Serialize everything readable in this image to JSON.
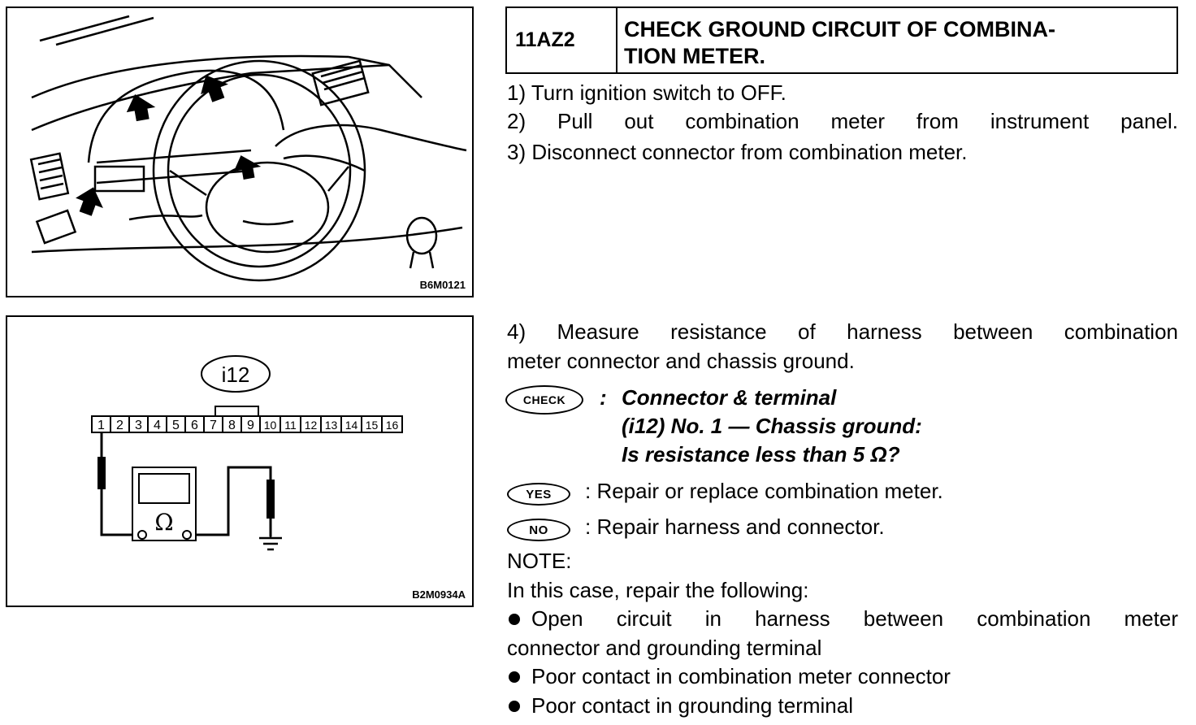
{
  "figure1": {
    "code": "B6M0121"
  },
  "figure2": {
    "code": "B2M0934A",
    "connector_label": "i12",
    "pins": [
      "1",
      "2",
      "3",
      "4",
      "5",
      "6",
      "7",
      "8",
      "9",
      "10",
      "11",
      "12",
      "13",
      "14",
      "15",
      "16"
    ],
    "meter_symbol": "Ω"
  },
  "header": {
    "step_code": "11AZ2",
    "title_line1": "CHECK GROUND CIRCUIT OF COMBINA-",
    "title_line2": "TION METER."
  },
  "steps": {
    "s1": "1)  Turn ignition switch to OFF.",
    "s2": "2)  Pull out combination meter from instrument panel.",
    "s3": "3)  Disconnect connector from combination meter.",
    "s4_line1": "4) Measure resistance of harness between combination",
    "s4_line2": "meter connector and chassis ground."
  },
  "check": {
    "badge": "CHECK",
    "colon": ":",
    "line1": "Connector & terminal",
    "line2": "(i12) No. 1 — Chassis ground:",
    "line3": "Is resistance less than 5 Ω?"
  },
  "yes": {
    "badge": "YES",
    "text": ":  Repair or replace combination meter."
  },
  "no": {
    "badge": "NO",
    "text": ":  Repair harness and connector."
  },
  "note": {
    "label": "NOTE:",
    "intro": "In this case, repair the following:",
    "item1_line1": "Open circuit in harness between combination meter",
    "item1_line2": "connector and grounding terminal",
    "item2": "Poor contact in combination meter connector",
    "item3": "Poor contact in grounding terminal"
  }
}
